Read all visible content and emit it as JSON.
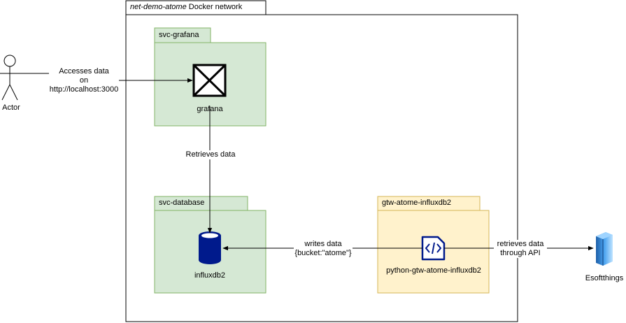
{
  "network": {
    "title_italic": "net-demo-atome",
    "title_rest": " Docker network"
  },
  "actor": {
    "label": "Actor"
  },
  "svc_grafana": {
    "title": "svc-grafana",
    "node_label": "grafana"
  },
  "svc_database": {
    "title": "svc-database",
    "node_label": "influxdb2"
  },
  "gateway": {
    "title": "gtw-atome-influxdb2",
    "node_label": "python-gtw-atome-influxdb2"
  },
  "external": {
    "label": "Esoftthings"
  },
  "edges": {
    "actor_to_grafana": {
      "line1": "Accesses data",
      "line2": "on",
      "line3": "http://localhost:3000"
    },
    "grafana_to_database": {
      "line1": "Retrieves data"
    },
    "gateway_to_database": {
      "line1": "writes data",
      "line2": "{bucket:\"atome\"}"
    },
    "gateway_to_external": {
      "line1": "retrieves data",
      "line2": "through API"
    }
  },
  "colors": {
    "green_fill": "#d5e8d4",
    "green_stroke": "#82b366",
    "yellow_fill": "#fff2cc",
    "yellow_stroke": "#d6b656",
    "icon_blue": "#001a8c"
  }
}
